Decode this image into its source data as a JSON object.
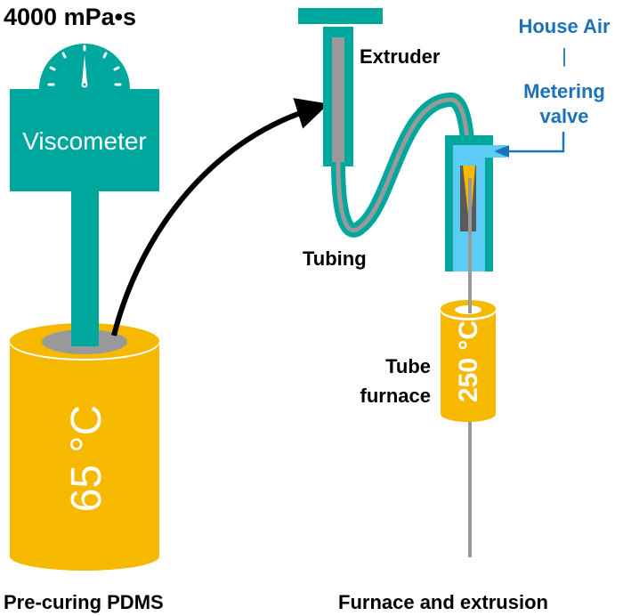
{
  "colors": {
    "teal": "#00A79D",
    "yellow": "#F7B800",
    "gray": "#999999",
    "dark_gray": "#5A5A5A",
    "light_blue": "#5CCBF5",
    "blue_text": "#1A73B8",
    "black": "#000000",
    "white": "#FFFFFF"
  },
  "left_panel": {
    "viscosity_reading": "4000 mPa•s",
    "viscometer_label": "Viscometer",
    "bath_temperature": "65 °C",
    "caption": "Pre-curing PDMS"
  },
  "right_panel": {
    "extruder_label": "Extruder",
    "tubing_label": "Tubing",
    "air_source_label": "House Air",
    "connector_glyph": "|",
    "valve_label_line1": "Metering",
    "valve_label_line2": "valve",
    "furnace_label_line1": "Tube",
    "furnace_label_line2": "furnace",
    "furnace_temperature": "250 °C",
    "caption": "Furnace and extrusion"
  }
}
